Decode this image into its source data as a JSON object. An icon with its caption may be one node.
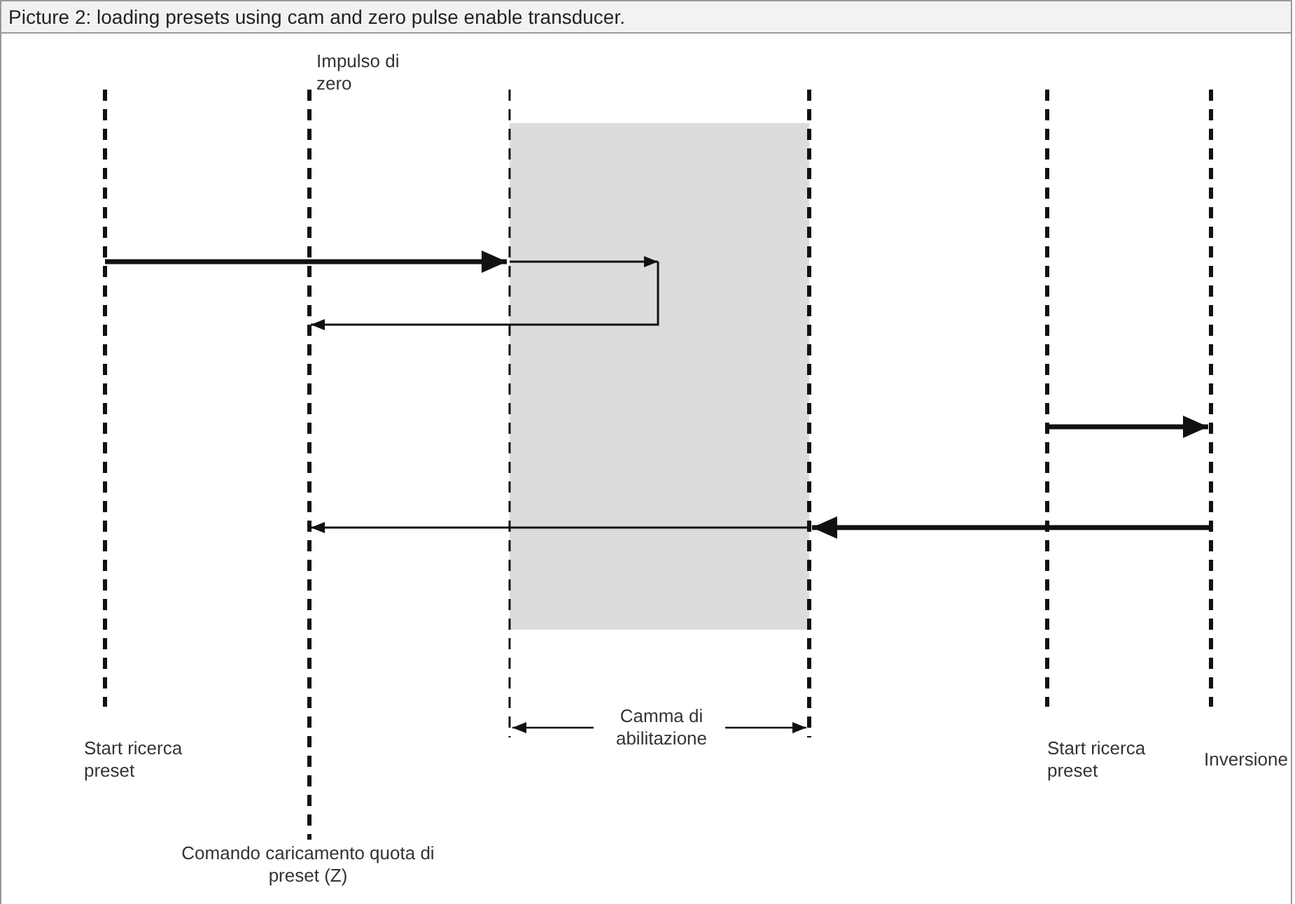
{
  "diagram": {
    "caption": "Picture 2: loading presets using cam and zero pulse enable transducer.",
    "labels": [
      "Impulso di zero",
      "Camma di abilitazione",
      "Start ricerca preset",
      "Start ricerca preset",
      "Inversione",
      "Comando caricamento quota di preset (Z)"
    ]
  }
}
